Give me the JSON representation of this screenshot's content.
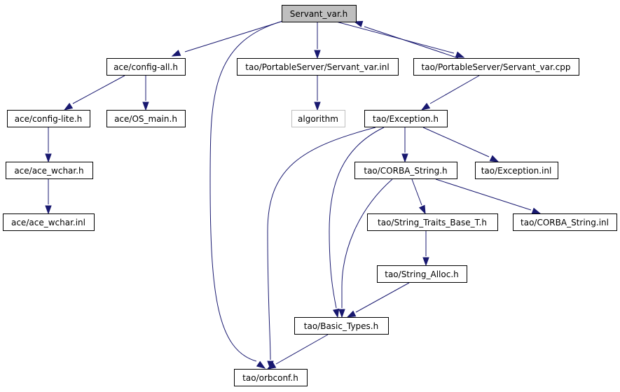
{
  "nodes": [
    {
      "id": "servant_var_h",
      "label": "Servant_var.h",
      "style": "root"
    },
    {
      "id": "config_all",
      "label": "ace/config-all.h",
      "style": "normal"
    },
    {
      "id": "servant_var_inl",
      "label": "tao/PortableServer/Servant_var.inl",
      "style": "normal"
    },
    {
      "id": "servant_var_cpp",
      "label": "tao/PortableServer/Servant_var.cpp",
      "style": "normal"
    },
    {
      "id": "config_lite",
      "label": "ace/config-lite.h",
      "style": "normal"
    },
    {
      "id": "os_main",
      "label": "ace/OS_main.h",
      "style": "normal"
    },
    {
      "id": "algorithm",
      "label": "algorithm",
      "style": "missing"
    },
    {
      "id": "exception_h",
      "label": "tao/Exception.h",
      "style": "normal"
    },
    {
      "id": "ace_wchar_h",
      "label": "ace/ace_wchar.h",
      "style": "normal"
    },
    {
      "id": "corba_string_h",
      "label": "tao/CORBA_String.h",
      "style": "normal"
    },
    {
      "id": "exception_inl",
      "label": "tao/Exception.inl",
      "style": "normal"
    },
    {
      "id": "ace_wchar_inl",
      "label": "ace/ace_wchar.inl",
      "style": "normal"
    },
    {
      "id": "string_traits",
      "label": "tao/String_Traits_Base_T.h",
      "style": "normal"
    },
    {
      "id": "corba_string_inl",
      "label": "tao/CORBA_String.inl",
      "style": "normal"
    },
    {
      "id": "string_alloc",
      "label": "tao/String_Alloc.h",
      "style": "normal"
    },
    {
      "id": "basic_types",
      "label": "tao/Basic_Types.h",
      "style": "normal"
    },
    {
      "id": "orbconf",
      "label": "tao/orbconf.h",
      "style": "normal"
    }
  ],
  "edges": [
    {
      "from": "servant_var_h",
      "to": "config_all"
    },
    {
      "from": "servant_var_h",
      "to": "servant_var_inl"
    },
    {
      "from": "servant_var_h",
      "to": "servant_var_cpp"
    },
    {
      "from": "servant_var_h",
      "to": "orbconf"
    },
    {
      "from": "servant_var_cpp",
      "to": "servant_var_h"
    },
    {
      "from": "servant_var_cpp",
      "to": "exception_h"
    },
    {
      "from": "config_all",
      "to": "config_lite"
    },
    {
      "from": "config_all",
      "to": "os_main"
    },
    {
      "from": "servant_var_inl",
      "to": "algorithm"
    },
    {
      "from": "config_lite",
      "to": "ace_wchar_h"
    },
    {
      "from": "ace_wchar_h",
      "to": "ace_wchar_inl"
    },
    {
      "from": "exception_h",
      "to": "corba_string_h"
    },
    {
      "from": "exception_h",
      "to": "exception_inl"
    },
    {
      "from": "exception_h",
      "to": "basic_types"
    },
    {
      "from": "exception_h",
      "to": "orbconf"
    },
    {
      "from": "corba_string_h",
      "to": "string_traits"
    },
    {
      "from": "corba_string_h",
      "to": "corba_string_inl"
    },
    {
      "from": "corba_string_h",
      "to": "basic_types"
    },
    {
      "from": "string_traits",
      "to": "string_alloc"
    },
    {
      "from": "string_alloc",
      "to": "basic_types"
    },
    {
      "from": "basic_types",
      "to": "orbconf"
    }
  ]
}
